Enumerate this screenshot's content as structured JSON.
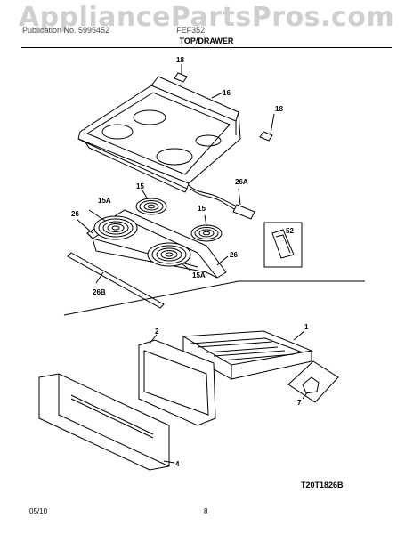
{
  "watermark": "AppliancePartsPros.com",
  "header": {
    "publication_line": "Publication No. 5995452",
    "model_line": "FEF352",
    "section_title": "TOP/DRAWER"
  },
  "callouts": {
    "c18a": "18",
    "c16": "16",
    "c18b": "18",
    "c26a": "26A",
    "c15a_top": "15",
    "c15A_left": "15A",
    "c26_left": "26",
    "c15b": "15",
    "c52": "52",
    "c26_right": "26",
    "c15A_bottom": "15A",
    "c26b": "26B",
    "c1": "1",
    "c2": "2",
    "c7": "7",
    "c4": "4"
  },
  "diagram_code": "T20T1826B",
  "footer": {
    "date": "05/10",
    "page": "8"
  }
}
